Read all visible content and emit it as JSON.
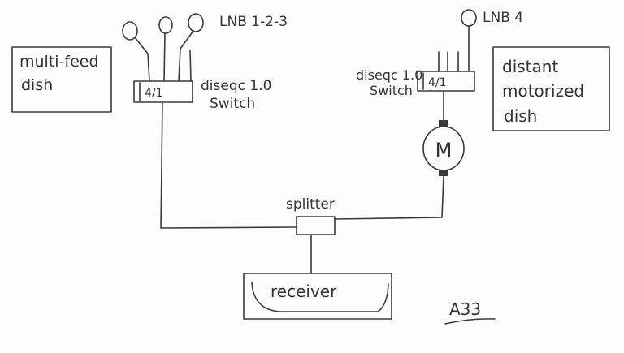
{
  "labels": {
    "lnb_group": "LNB 1-2-3",
    "lnb_single": "LNB 4",
    "multi_feed_line1": "multi-feed",
    "multi_feed_line2": "dish",
    "distant_line1": "distant",
    "distant_line2": "motorized",
    "distant_line3": "dish",
    "diseqc_left_line1": "diseqc 1.0",
    "diseqc_left_line2": "Switch",
    "diseqc_right_line1": "diseqc 1.0",
    "diseqc_right_line2": "Switch",
    "switch_left_ports": "4/1",
    "switch_right_ports": "4/1",
    "motor": "M",
    "splitter": "splitter",
    "receiver": "receiver",
    "code": "A33"
  },
  "colors": {
    "ink": "#3a3a3a",
    "paper": "#fdfdfb"
  }
}
